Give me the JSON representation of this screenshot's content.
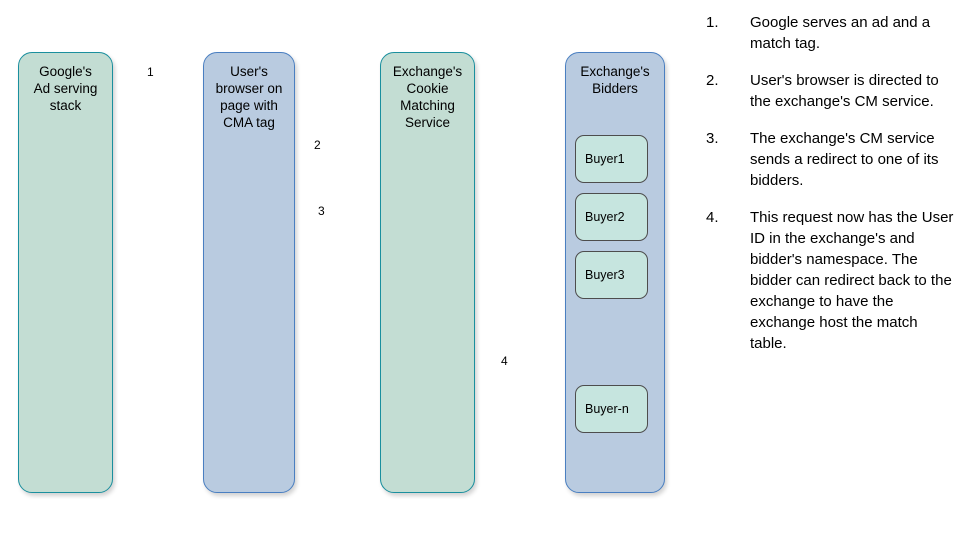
{
  "diagram": {
    "type": "flow-diagram",
    "title": "Cookie matching flow between Google ad serving, user browser, exchange cookie matching service and exchange bidders",
    "lanes": [
      {
        "id": "google-ad-serving-stack",
        "label": "Google's\nAd serving\nstack",
        "color": "#c3ddd3",
        "border": "#1a8f9e"
      },
      {
        "id": "user-browser",
        "label": "User's\nbrowser on\npage with\nCMA tag",
        "color": "#b9cbe0",
        "border": "#4a7fc1"
      },
      {
        "id": "exchange-cookie-matching-service",
        "label": "Exchange's\nCookie\nMatching\nService",
        "color": "#c3ddd3",
        "border": "#1a8f9e"
      },
      {
        "id": "exchange-bidders",
        "label": "Exchange's\nBidders",
        "color": "#b9cbe0",
        "border": "#4a7fc1"
      }
    ],
    "buyers": [
      {
        "id": "buyer1",
        "label": "Buyer1"
      },
      {
        "id": "buyer2",
        "label": "Buyer2"
      },
      {
        "id": "buyer3",
        "label": "Buyer3"
      },
      {
        "id": "buyer-n",
        "label": "Buyer-n"
      }
    ],
    "arrows": [
      {
        "id": "arrow-1",
        "number": "1",
        "from": "google-ad-serving-stack",
        "to": "user-browser",
        "direction": "right"
      },
      {
        "id": "arrow-2",
        "number": "2",
        "from": "user-browser",
        "to": "exchange-cookie-matching-service",
        "direction": "right"
      },
      {
        "id": "arrow-3",
        "number": "3",
        "from": "exchange-cookie-matching-service",
        "to": "user-browser",
        "direction": "left"
      },
      {
        "id": "arrow-4",
        "number": "4",
        "from": "exchange-cookie-matching-service",
        "to": "exchange-bidders",
        "direction": "right"
      }
    ],
    "arrow_color": "#0f8ca0"
  },
  "steps": [
    {
      "num": "1.",
      "text": "Google serves an ad and a match tag."
    },
    {
      "num": "2.",
      "text": "User's browser is directed to the exchange's CM service."
    },
    {
      "num": "3.",
      "text": "The exchange's CM service sends a redirect to one of its bidders."
    },
    {
      "num": "4.",
      "text": "This request now has the User ID in the exchange's and bidder's namespace. The bidder can redirect back to the exchange to have the exchange host the match table."
    }
  ]
}
